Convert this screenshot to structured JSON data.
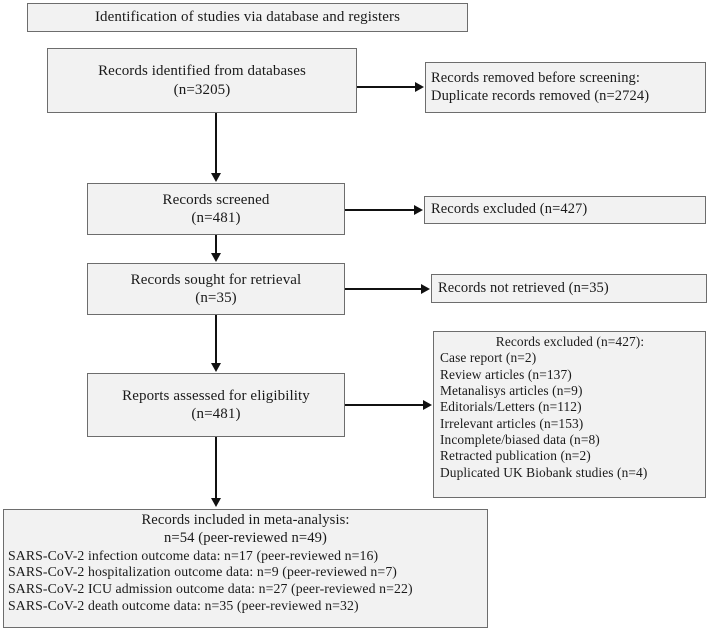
{
  "diagram": {
    "title": "Identification of studies via database and registers",
    "colors": {
      "box_fill": "#f2f2f2",
      "box_border": "#6d6d6d",
      "arrow": "#111111",
      "text": "#1a1a1a",
      "page_background": "#ffffff"
    }
  },
  "nodes": {
    "identified": {
      "line1": "Records identified from databases",
      "line2": "(n=3205)"
    },
    "removed_before_screening": {
      "line1": "Records removed before screening:",
      "line2": "Duplicate records removed (n=2724)"
    },
    "screened": {
      "line1": "Records screened",
      "line2": "(n=481)"
    },
    "excluded_summary": {
      "line1": "Records excluded (n=427)"
    },
    "sought_for_retrieval": {
      "line1": "Records sought for retrieval",
      "line2": "(n=35)"
    },
    "not_retrieved": {
      "line1": "Records not retrieved (n=35)"
    },
    "assessed_for_eligibility": {
      "line1": "Reports assessed for eligibility",
      "line2": "(n=481)"
    },
    "excluded_detail": {
      "header": "Records excluded (n=427):",
      "reasons": [
        "Case report (n=2)",
        "Review articles (n=137)",
        "Metanalisys articles (n=9)",
        "Editorials/Letters (n=112)",
        "Irrelevant articles (n=153)",
        "Incomplete/biased data (n=8)",
        "Retracted publication (n=2)",
        "Duplicated UK Biobank studies (n=4)"
      ]
    },
    "included": {
      "header1": "Records included in meta-analysis:",
      "header2": "n=54 (peer-reviewed n=49)",
      "details": [
        "SARS-CoV-2 infection outcome data: n=17 (peer-reviewed n=16)",
        "SARS-CoV-2 hospitalization outcome data: n=9 (peer-reviewed n=7)",
        "SARS-CoV-2 ICU admission outcome data: n=27 (peer-reviewed n=22)",
        "SARS-CoV-2 death outcome data: n=35 (peer-reviewed n=32)"
      ]
    }
  }
}
